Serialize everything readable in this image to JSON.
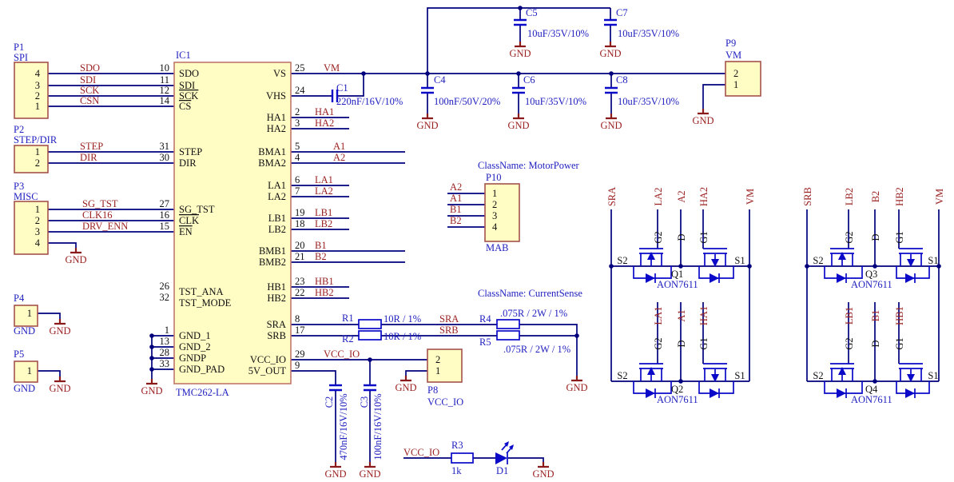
{
  "labels": {
    "gnd": "GND",
    "ic_ref": "IC1",
    "ic_part": "TMC262-LA",
    "class_motor": "ClassName: MotorPower",
    "class_current": "ClassName: CurrentSense"
  },
  "connectors": {
    "p1": {
      "ref": "P1",
      "net": "SPI",
      "pins": [
        "4",
        "3",
        "2",
        "1"
      ]
    },
    "p2": {
      "ref": "P2",
      "net": "STEP/DIR",
      "pins": [
        "1",
        "2"
      ]
    },
    "p3": {
      "ref": "P3",
      "net": "MISC",
      "pins": [
        "1",
        "2",
        "3",
        "4"
      ]
    },
    "p4": {
      "ref": "P4",
      "net": "GND",
      "pins": [
        "1"
      ]
    },
    "p5": {
      "ref": "P5",
      "net": "GND",
      "pins": [
        "1"
      ]
    },
    "p8": {
      "ref": "P8",
      "net": "VCC_IO",
      "pins": [
        "2",
        "1"
      ]
    },
    "p9": {
      "ref": "P9",
      "net": "VM",
      "pins": [
        "2",
        "1"
      ]
    },
    "p10": {
      "ref": "P10",
      "net": "MAB",
      "pins": [
        "1",
        "2",
        "3",
        "4"
      ]
    }
  },
  "ic": {
    "left": [
      {
        "n": "10",
        "name": "SDO"
      },
      {
        "n": "11",
        "name": "SDI"
      },
      {
        "n": "12",
        "name": "SCK"
      },
      {
        "n": "14",
        "name": "CS"
      },
      {
        "n": "31",
        "name": "STEP"
      },
      {
        "n": "30",
        "name": "DIR"
      },
      {
        "n": "27",
        "name": "SG_TST"
      },
      {
        "n": "16",
        "name": "CLK"
      },
      {
        "n": "15",
        "name": "EN"
      },
      {
        "n": "26",
        "name": "TST_ANA"
      },
      {
        "n": "32",
        "name": "TST_MODE"
      },
      {
        "n": "1",
        "name": "GND_1"
      },
      {
        "n": "13",
        "name": "GND_2"
      },
      {
        "n": "28",
        "name": "GNDP"
      },
      {
        "n": "33",
        "name": "GND_PAD"
      }
    ],
    "right": [
      {
        "n": "25",
        "name": "VS"
      },
      {
        "n": "24",
        "name": "VHS"
      },
      {
        "n": "2",
        "name": "HA1"
      },
      {
        "n": "3",
        "name": "HA2"
      },
      {
        "n": "5",
        "name": "BMA1"
      },
      {
        "n": "4",
        "name": "BMA2"
      },
      {
        "n": "6",
        "name": "LA1"
      },
      {
        "n": "7",
        "name": "LA2"
      },
      {
        "n": "19",
        "name": "LB1"
      },
      {
        "n": "18",
        "name": "LB2"
      },
      {
        "n": "20",
        "name": "BMB1"
      },
      {
        "n": "21",
        "name": "BMB2"
      },
      {
        "n": "23",
        "name": "HB1"
      },
      {
        "n": "22",
        "name": "HB2"
      },
      {
        "n": "8",
        "name": "SRA"
      },
      {
        "n": "17",
        "name": "SRB"
      },
      {
        "n": "29",
        "name": "VCC_IO"
      },
      {
        "n": "9",
        "name": "5V_OUT"
      }
    ]
  },
  "nets": {
    "sdo": "SDO",
    "sdi": "SDI",
    "sck": "SCK",
    "csn": "CSN",
    "step": "STEP",
    "dir": "DIR",
    "sg_tst": "SG_TST",
    "clk16": "CLK16",
    "drv_enn": "DRV_ENN",
    "vm": "VM",
    "ha1": "HA1",
    "ha2": "HA2",
    "a1": "A1",
    "a2": "A2",
    "la1": "LA1",
    "la2": "LA2",
    "lb1": "LB1",
    "lb2": "LB2",
    "b1": "B1",
    "b2": "B2",
    "hb1": "HB1",
    "hb2": "HB2",
    "sra": "SRA",
    "srb": "SRB",
    "vcc_io": "VCC_IO"
  },
  "fet": {
    "g1": "G1",
    "g2": "G2",
    "d": "D",
    "s1": "S1",
    "s2": "S2"
  },
  "caps": {
    "c1": {
      "ref": "C1",
      "value": "220nF/16V/10%"
    },
    "c2": {
      "ref": "C2",
      "value": "470nF/16V/10%"
    },
    "c3": {
      "ref": "C3",
      "value": "100nF/16V/10%"
    },
    "c4": {
      "ref": "C4",
      "value": "100nF/50V/20%"
    },
    "c5": {
      "ref": "C5",
      "value": "10uF/35V/10%"
    },
    "c6": {
      "ref": "C6",
      "value": "10uF/35V/10%"
    },
    "c7": {
      "ref": "C7",
      "value": "10uF/35V/10%"
    },
    "c8": {
      "ref": "C8",
      "value": "10uF/35V/10%"
    }
  },
  "res": {
    "r1": {
      "ref": "R1",
      "value": "10R / 1%"
    },
    "r2": {
      "ref": "R2",
      "value": "10R / 1%"
    },
    "r3": {
      "ref": "R3",
      "value": "1k"
    },
    "r4": {
      "ref": "R4",
      "value": ".075R / 2W / 1%"
    },
    "r5": {
      "ref": "R5",
      "value": ".075R / 2W / 1%"
    }
  },
  "fets": {
    "q1": {
      "ref": "Q1",
      "part": "AON7611"
    },
    "q2": {
      "ref": "Q2",
      "part": "AON7611"
    },
    "q3": {
      "ref": "Q3",
      "part": "AON7611"
    },
    "q4": {
      "ref": "Q4",
      "part": "AON7611"
    }
  },
  "d1": {
    "ref": "D1"
  }
}
